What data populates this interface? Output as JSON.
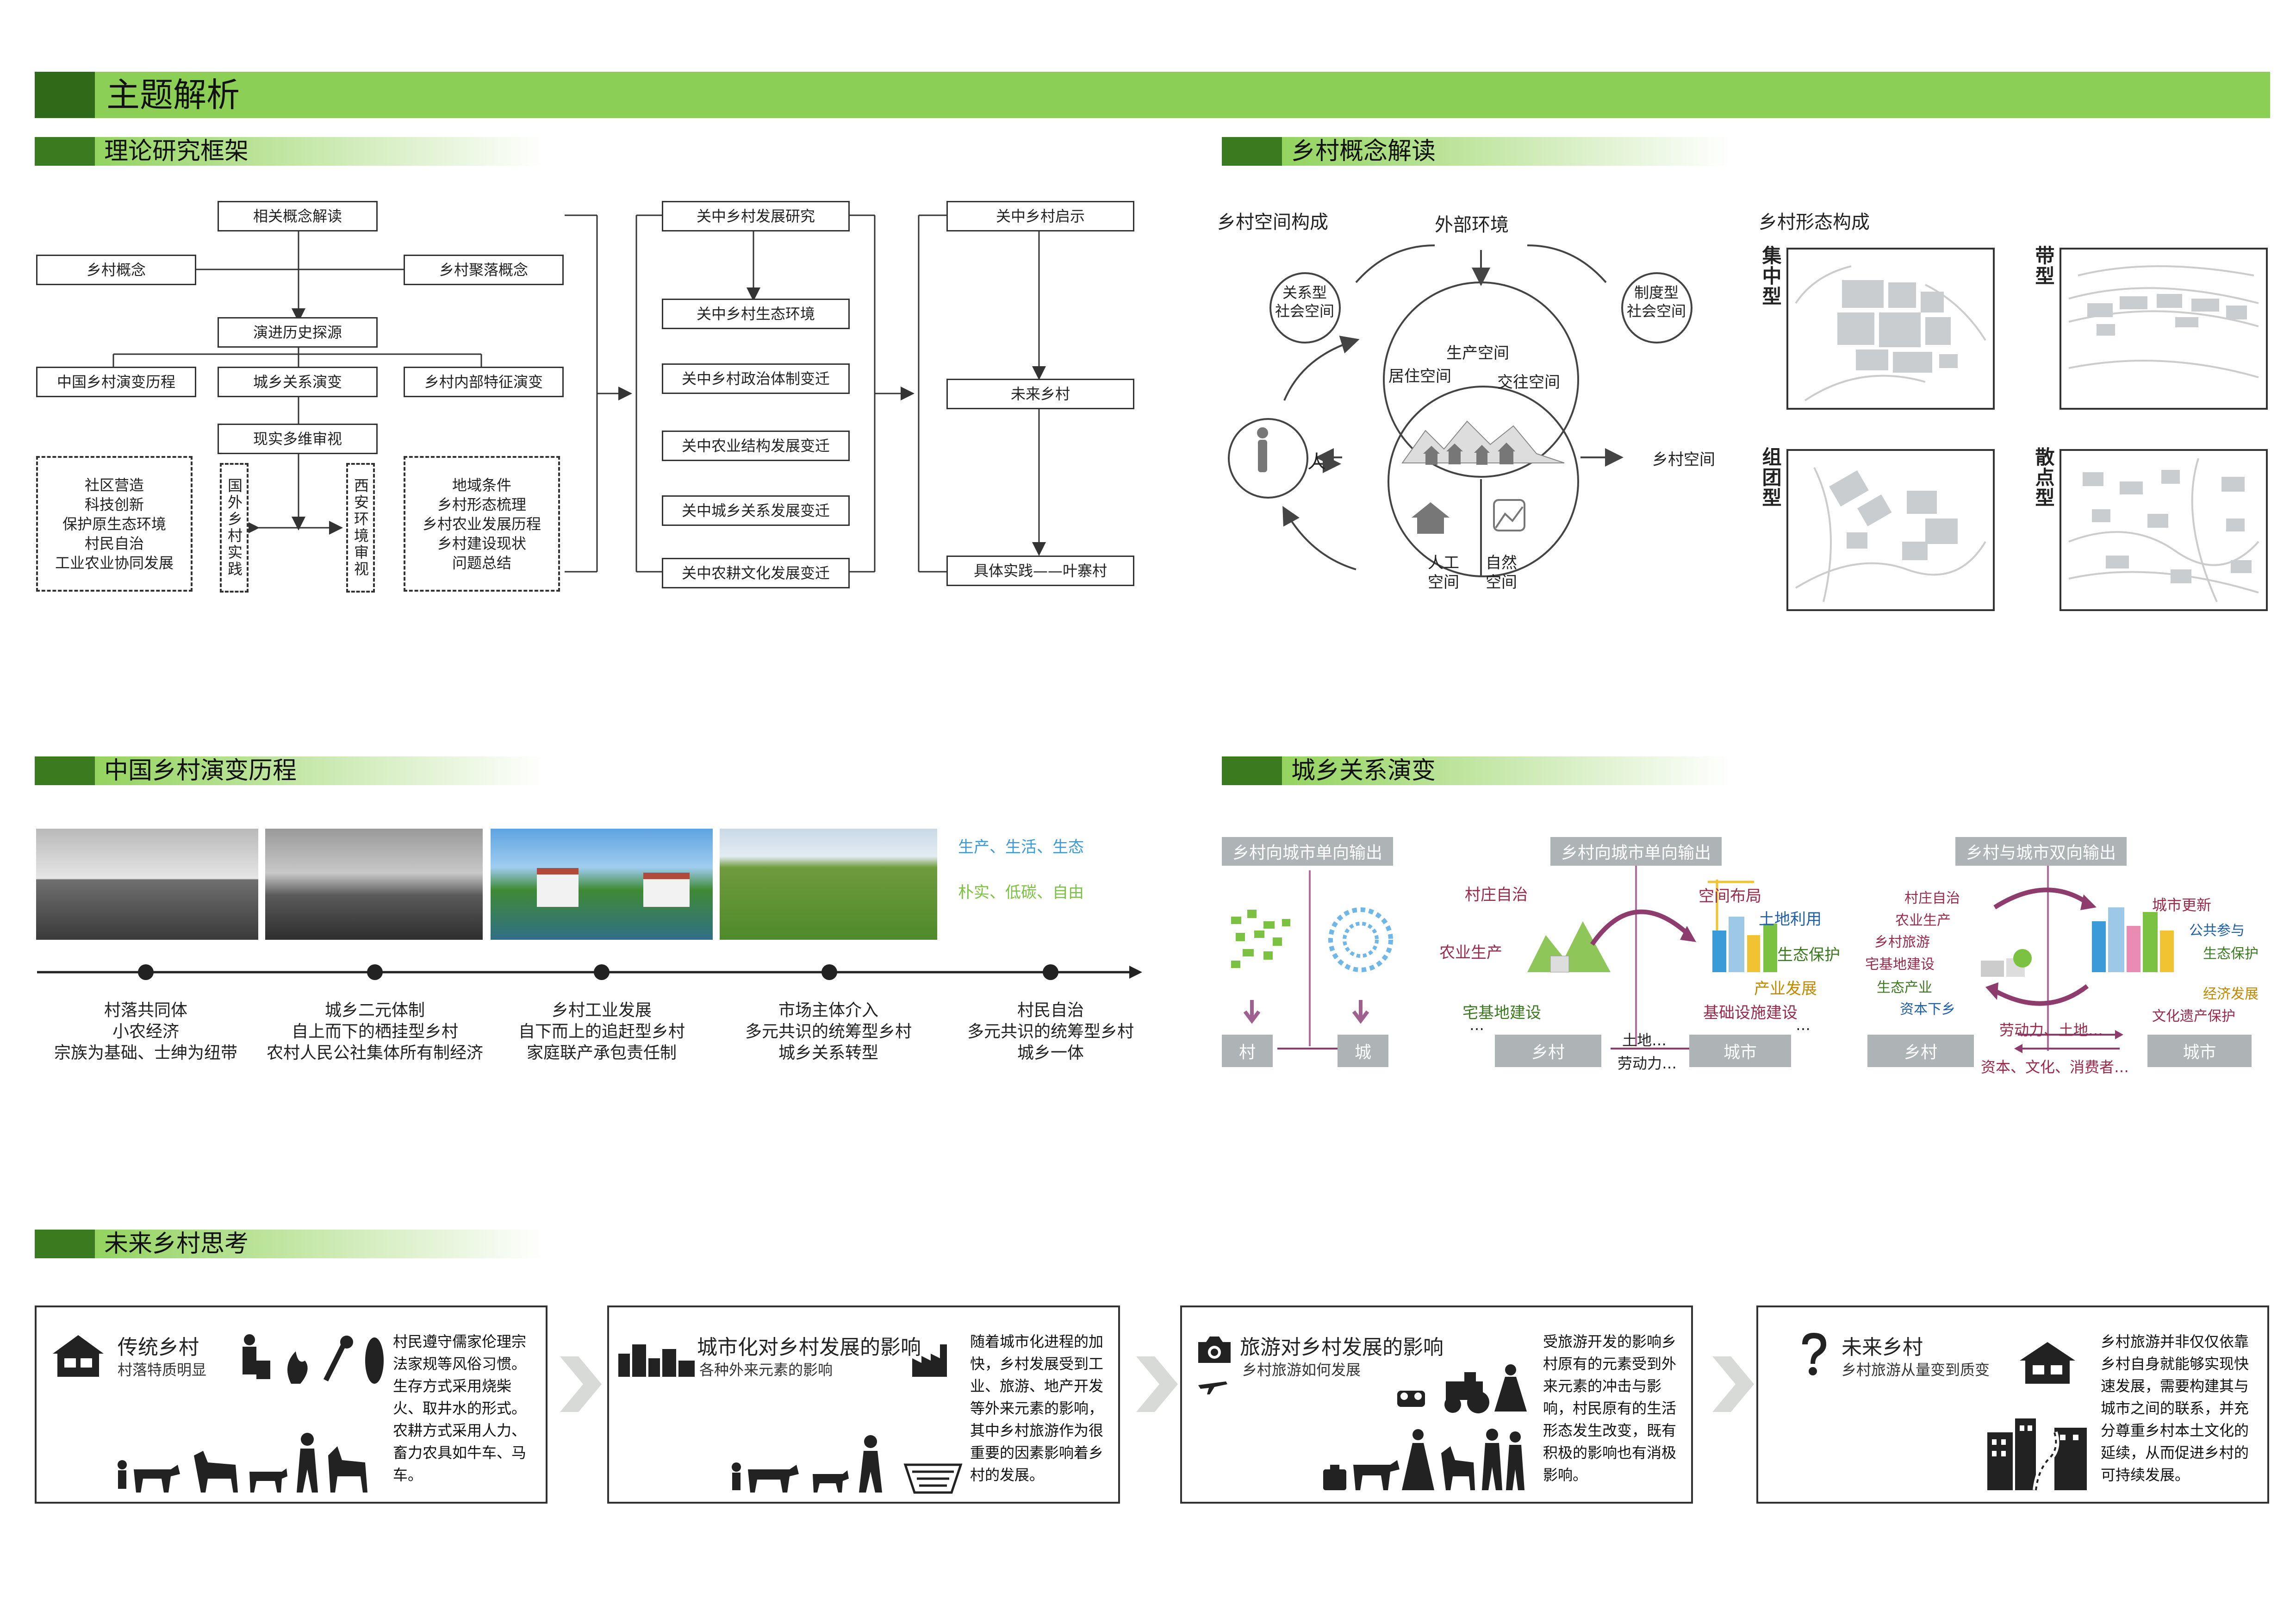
{
  "page_title": "主题解析",
  "sections": {
    "theory": "理论研究框架",
    "concept": "乡村概念解读",
    "history": "中国乡村演变历程",
    "relation": "城乡关系演变",
    "future": "未来乡村思考"
  },
  "theory": {
    "col1": {
      "top": "相关概念解读",
      "left1": "乡村概念",
      "right1": "乡村聚落概念",
      "mid": "演进历史探源",
      "row2": [
        "中国乡村演变历程",
        "城乡关系演变",
        "乡村内部特征演变"
      ],
      "review": "现实多维审视",
      "dash_left": [
        "社区营造",
        "科技创新",
        "保护原生态环境",
        "村民自治",
        "工业农业协同发展"
      ],
      "vert_left": "国外乡村实践",
      "vert_right": "西安环境审视",
      "dash_right": [
        "地域条件",
        "乡村形态梳理",
        "乡村农业发展历程",
        "乡村建设现状",
        "问题总结"
      ]
    },
    "col2": {
      "top": "关中乡村发展研究",
      "items": [
        "关中乡村生态环境",
        "关中乡村政治体制变迁",
        "关中农业结构发展变迁",
        "关中城乡关系发展变迁",
        "关中农耕文化发展变迁"
      ]
    },
    "col3": {
      "top": "关中乡村启示",
      "mid": "未来乡村",
      "bottom": "具体实践——叶寨村"
    }
  },
  "concept": {
    "space_title": "乡村空间构成",
    "external": "外部环境",
    "relation_space": [
      "关系型",
      "社会空间"
    ],
    "system_space": [
      "制度型",
      "社会空间"
    ],
    "production": "生产空间",
    "living": "居住空间",
    "social": "交往空间",
    "person": "人",
    "rural_space": "乡村空间",
    "artificial": [
      "人工",
      "空间"
    ],
    "natural": [
      "自然",
      "空间"
    ],
    "form_title": "乡村形态构成",
    "forms": [
      "集中型",
      "带型",
      "组团型",
      "散点型"
    ]
  },
  "history": {
    "legend1": "生产、生活、生态",
    "legend2": "朴实、低碳、自由",
    "legend1_color": "#3a9bd8",
    "legend2_color": "#7cc242",
    "stages": [
      [
        "村落共同体",
        "小农经济",
        "宗族为基础、士绅为纽带"
      ],
      [
        "城乡二元体制",
        "自上而下的栖挂型乡村",
        "农村人民公社集体所有制经济"
      ],
      [
        "乡村工业发展",
        "自下而上的追赶型乡村",
        "家庭联产承包责任制"
      ],
      [
        "市场主体介入",
        "多元共识的统筹型乡村",
        "城乡关系转型"
      ],
      [
        "村民自治",
        "多元共识的统筹型乡村",
        "城乡一体"
      ]
    ]
  },
  "relation": {
    "p1": {
      "title": "乡村向城市单向输出",
      "village": "村",
      "city": "城"
    },
    "p2": {
      "title": "乡村向城市单向输出",
      "left_labels": [
        "村庄自治",
        "农业生产",
        "宅基地建设"
      ],
      "right_labels": [
        "空间布局",
        "土地利用",
        "生态保护",
        "产业发展",
        "基础设施建设"
      ],
      "village": "乡村",
      "city": "城市",
      "flow1": "土地…",
      "flow2": "劳动力…",
      "dots": "…"
    },
    "p3": {
      "title": "乡村与城市双向输出",
      "left_labels": [
        "村庄自治",
        "农业生产",
        "乡村旅游",
        "宅基地建设",
        "生态产业",
        "资本下乡"
      ],
      "right_labels": [
        "城市更新",
        "公共参与",
        "生态保护",
        "经济发展",
        "文化遗产保护"
      ],
      "village": "乡村",
      "city": "城市",
      "flow1": "劳动力、土地…",
      "flow2": "资本、文化、消费者…"
    }
  },
  "future": {
    "cards": [
      {
        "title": "传统乡村",
        "sub": "村落特质明显",
        "desc": "村民遵守儒家伦理宗法家规等风俗习惯。生存方式采用烧柴火、取井水的形式。农耕方式采用人力、畜力农具如牛车、马车。"
      },
      {
        "title": "城市化对乡村发展的影响",
        "sub": "各种外来元素的影响",
        "desc": "随着城市化进程的加快，乡村发展受到工业、旅游、地产开发等外来元素的影响，其中乡村旅游作为很重要的因素影响着乡村的发展。"
      },
      {
        "title": "旅游对乡村发展的影响",
        "sub": "乡村旅游如何发展",
        "desc": "受旅游开发的影响乡村原有的元素受到外来元素的冲击与影响，村民原有的生活形态发生改变，既有积极的影响也有消极影响。"
      },
      {
        "title": "未来乡村",
        "sub": "乡村旅游从量变到质变",
        "desc": "乡村旅游并非仅仅依靠乡村自身就能够实现快速发展，需要构建其与城市之间的联系，并充分尊重乡村本土文化的延续，从而促进乡村的可持续发展。"
      }
    ],
    "icons": [
      "house-icon",
      "factory-icon",
      "camera-icon",
      "question-icon"
    ]
  }
}
